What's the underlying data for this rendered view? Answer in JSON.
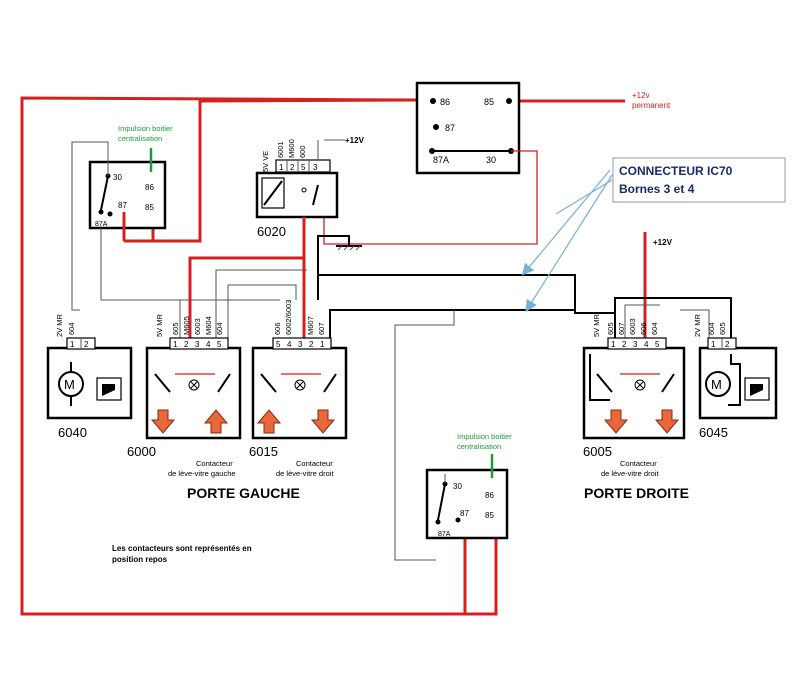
{
  "colors": {
    "red_wire": "#d62020",
    "green_label": "#1d9a3a",
    "callout_text": "#1a2a6a",
    "arrow_fill": "#e8683c",
    "callout_arrow": "#7ab0d8"
  },
  "main_relay": {
    "pin86": "86",
    "pin85": "85",
    "pin87": "87",
    "pin87a": "87A",
    "pin30": "30"
  },
  "supply": {
    "label_line1": "+12v",
    "label_line2": "permanent"
  },
  "left_relay": {
    "impulse_line1": "Impulsion boitier",
    "impulse_line2": "centralisation",
    "pin30": "30",
    "pin86": "86",
    "pin87": "87",
    "pin85": "85",
    "pin87a": "87A"
  },
  "bottom_relay": {
    "impulse_line1": "Impulsion boitier",
    "impulse_line2": "centralisation",
    "pin30": "30",
    "pin86": "86",
    "pin87": "87",
    "pin85": "85",
    "pin87a": "87A"
  },
  "conn6020": {
    "id": "6020",
    "wires": [
      "5V VE",
      "6001",
      "M600",
      "600"
    ],
    "pins": [
      "1",
      "2",
      "5",
      "3"
    ],
    "plus12": "+12V"
  },
  "callout": {
    "line1": "CONNECTEUR IC70",
    "line2": "Bornes 3 et 4"
  },
  "right_supply": "+12V",
  "c6040": {
    "id": "6040",
    "wires": [
      "2V MR",
      "604"
    ],
    "pins": [
      "1",
      "2"
    ]
  },
  "c6000": {
    "id": "6000",
    "wires": [
      "5V MR",
      "605",
      "M605",
      "6003",
      "M604",
      "604"
    ],
    "pins": [
      "1",
      "2",
      "3",
      "4",
      "5"
    ]
  },
  "c6015": {
    "id": "6015",
    "wires": [
      "606",
      "6002/6003",
      "M607",
      "607"
    ],
    "pins": [
      "5",
      "4",
      "3",
      "2",
      "1"
    ]
  },
  "c6005": {
    "id": "6005",
    "wires": [
      "5V MR",
      "605",
      "607",
      "6003",
      "606",
      "604"
    ],
    "pins": [
      "1",
      "2",
      "3",
      "4",
      "5"
    ]
  },
  "c6045": {
    "id": "6045",
    "wires": [
      "2V MR",
      "604",
      "605"
    ],
    "pins": [
      "1",
      "2"
    ]
  },
  "labels": {
    "cont_left1": "Contacteur",
    "cont_left2": "de lève-vitre gauche",
    "cont_right1": "Contacteur",
    "cont_right2": "de lève-vitre droit",
    "cont_right_b1": "Contacteur",
    "cont_right_b2": "de lève-vitre droit",
    "porte_gauche": "PORTE GAUCHE",
    "porte_droite": "PORTE DROITE",
    "note_line1": "Les contacteurs sont représentés en",
    "note_line2": "position repos"
  }
}
